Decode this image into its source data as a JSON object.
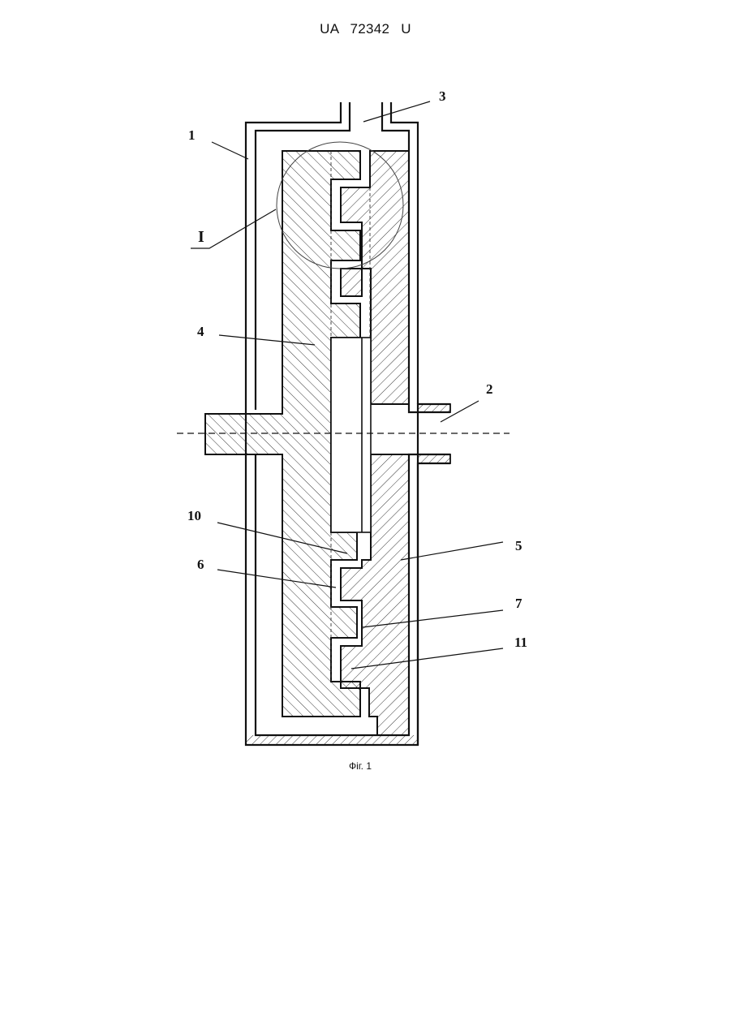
{
  "document": {
    "header": "UA 72342 U",
    "caption": "Фiг. 1"
  },
  "labels": {
    "l1": "1",
    "l2": "2",
    "l3": "3",
    "l4": "4",
    "l5": "5",
    "l6": "6",
    "l7": "7",
    "l10": "10",
    "l11": "11",
    "lI": "I"
  },
  "colors": {
    "ink": "#111111",
    "paper": "#ffffff"
  }
}
